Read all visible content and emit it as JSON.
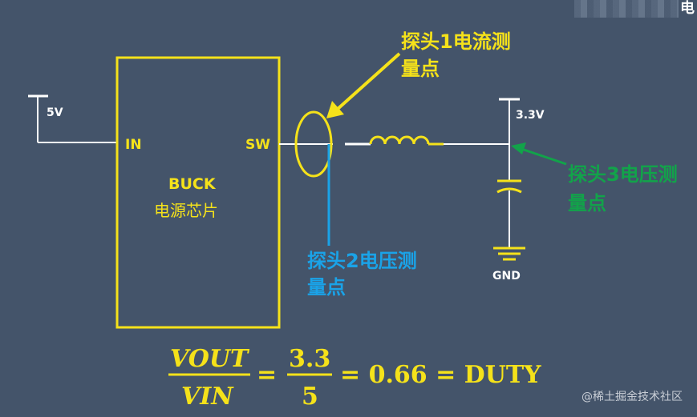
{
  "top_right_char": "电",
  "labels": {
    "input_voltage": "5V",
    "pin_in": "IN",
    "pin_sw": "SW",
    "chip_name": "BUCK",
    "chip_desc": "电源芯片",
    "output_voltage": "3.3V",
    "ground": "GND",
    "probe1_line1": "探头1电流测",
    "probe1_line2": "量点",
    "probe2_line1": "探头2电压测",
    "probe2_line2": "量点",
    "probe3_line1": "探头3电压测",
    "probe3_line2": "量点"
  },
  "formula": {
    "num1": "VOUT",
    "den1": "VIN",
    "equals": "=",
    "num2": "3.3",
    "den2": "5",
    "result": "= 0.66 = DUTY"
  },
  "watermark": "@稀土掘金技术社区",
  "colors": {
    "background": "#44546a",
    "wire": "#ffffff",
    "chip": "#f5e21a",
    "probe1": "#f5e21a",
    "probe2": "#1aa3e8",
    "probe3": "#12a34a"
  }
}
